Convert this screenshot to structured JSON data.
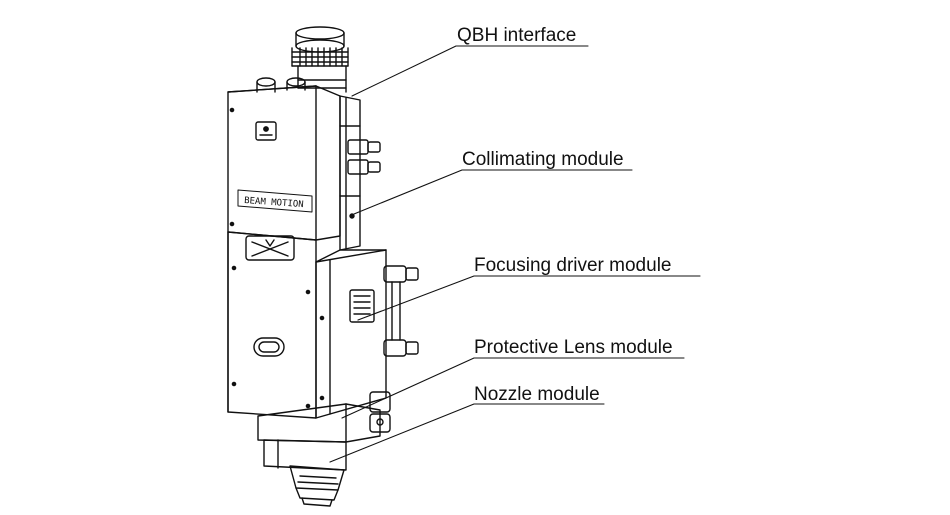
{
  "labels": {
    "qbh": "QBH interface",
    "collimating": "Collimating module",
    "focusing": "Focusing driver module",
    "protective": "Protective Lens module",
    "nozzle": "Nozzle module"
  },
  "device_marking": "BEAM MOTION",
  "colors": {
    "ink": "#111111",
    "background": "#ffffff"
  }
}
